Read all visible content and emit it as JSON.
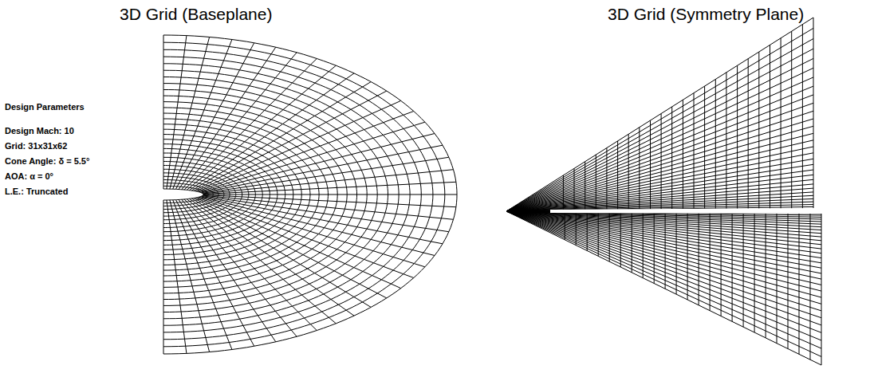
{
  "diagram": {
    "labels": [
      "3D Grid (Baseplane)",
      "3D Grid (Symmetry Plane)",
      "Design Parameters",
      "Design Mach: 10",
      "Grid: 31x31x62",
      "Cone Angle: δ = 5.5°",
      "AOA: α = 0°",
      "L.E.: Truncated"
    ]
  }
}
